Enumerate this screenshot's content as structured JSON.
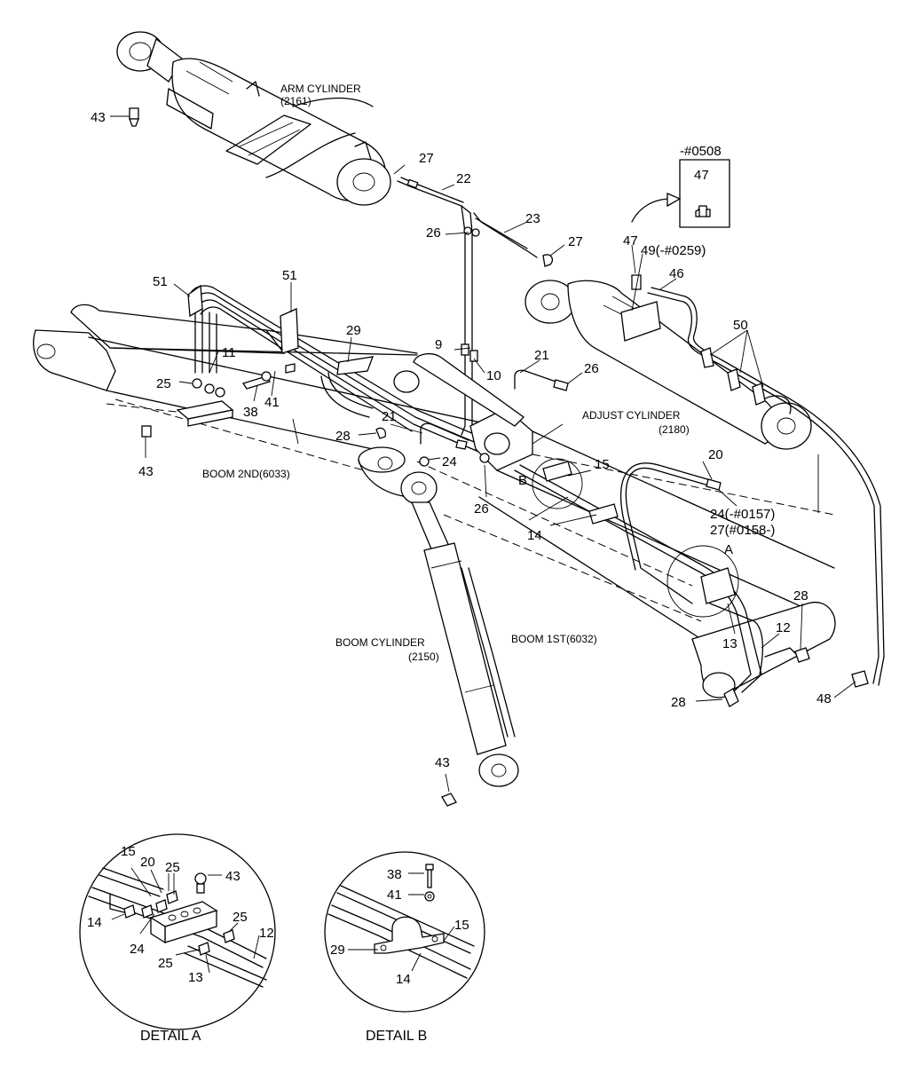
{
  "component_labels": {
    "arm_cylinder": "ARM CYLINDER",
    "arm_cylinder_code": "(2161)",
    "adjust_cylinder": "ADJUST CYLINDER",
    "adjust_cylinder_code": "(2180)",
    "boom_2nd": "BOOM 2ND(6033)",
    "boom_1st": "BOOM 1ST(6032)",
    "boom_cylinder": "BOOM CYLINDER",
    "boom_cylinder_code": "(2150)",
    "serial_note": "-#0508",
    "view_a": "A",
    "view_b": "B"
  },
  "callouts": {
    "p43": "43",
    "p27": "27",
    "p22": "22",
    "p23": "23",
    "p26": "26",
    "p47": "47",
    "p49": "49(-#0259)",
    "p46": "46",
    "p50": "50",
    "p51": "51",
    "p29": "29",
    "p11": "11",
    "p9": "9",
    "p10": "10",
    "p21": "21",
    "p25": "25",
    "p38": "38",
    "p41": "41",
    "p28": "28",
    "p24": "24",
    "p15": "15",
    "p20": "20",
    "p24_serial": "24(-#0157)",
    "p27_serial": "27(#0158-)",
    "p14": "14",
    "p13": "13",
    "p12": "12",
    "p48": "48"
  },
  "details": {
    "detail_a_title": "DETAIL A",
    "detail_b_title": "DETAIL  B"
  }
}
